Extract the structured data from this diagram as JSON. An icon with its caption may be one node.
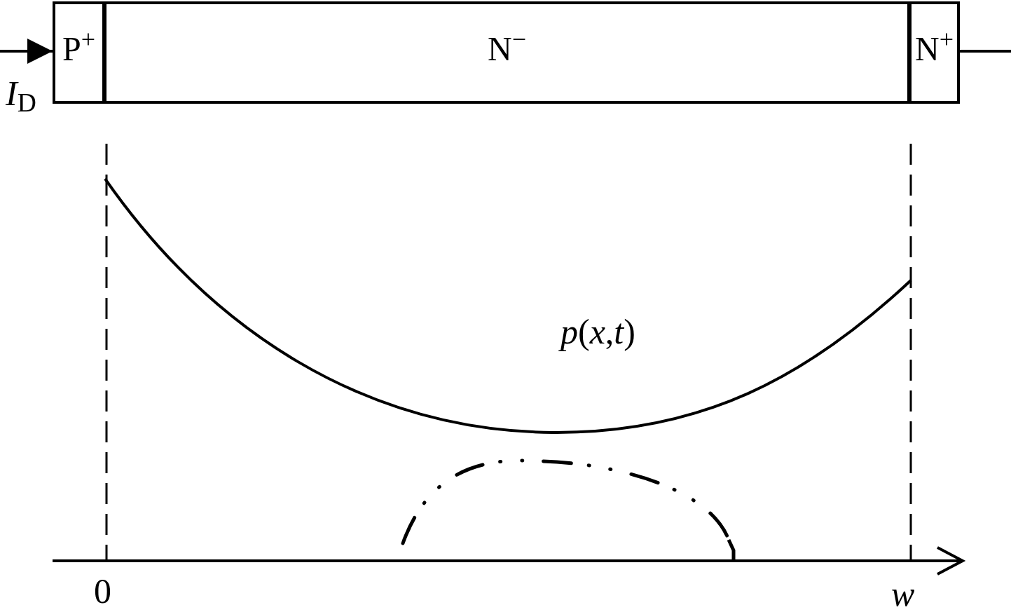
{
  "diagram": {
    "nodes": [
      {
        "text": [
          "P$^{+}$"
        ]
      },
      {
        "text": [
          "N$^{−}$"
        ]
      },
      {
        "text": [
          "N$^{+}$"
        ]
      }
    ],
    "edges": [
      {
        "from": null,
        "to": 0,
        "arrow": "to",
        "label": "*I*$_{D}$"
      },
      {
        "from": 2,
        "to": null,
        "arrow": "none"
      }
    ],
    "labels": [
      "*p*(*x*,*t*)",
      "0",
      "w"
    ]
  }
}
